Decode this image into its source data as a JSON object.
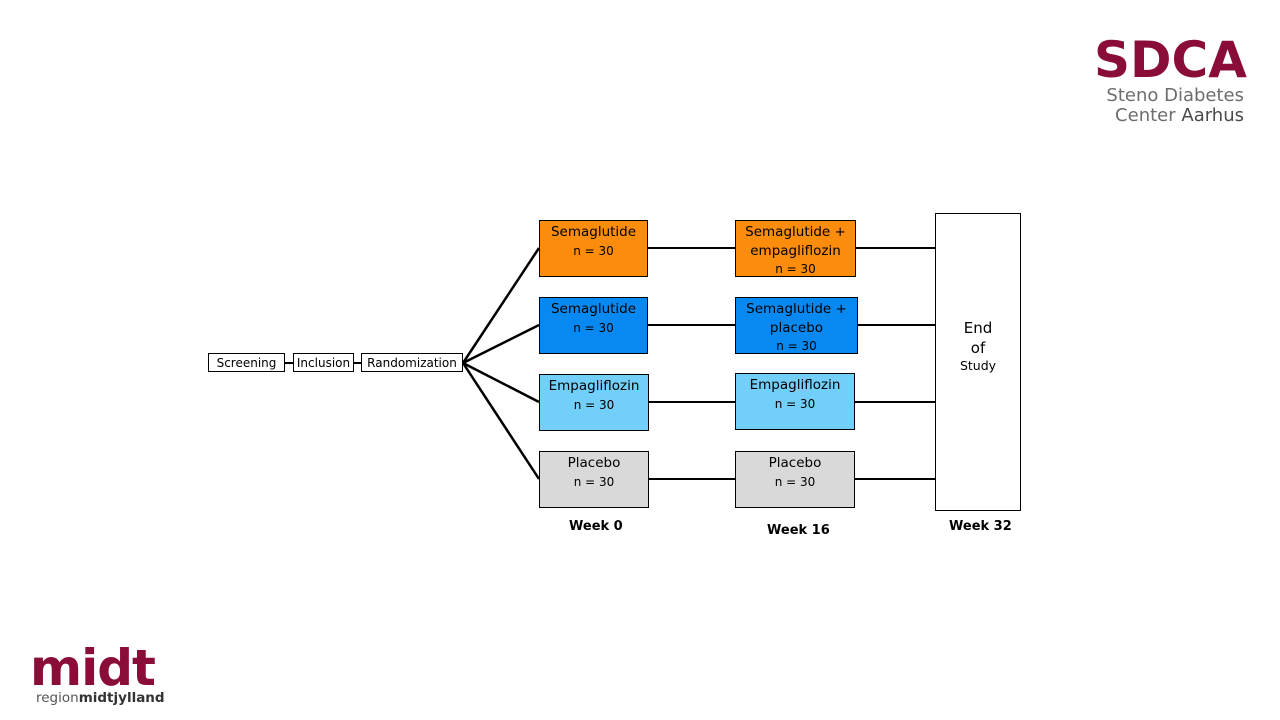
{
  "pre_steps": [
    "Screening",
    "Inclusion",
    "Randomization"
  ],
  "arms_week0": [
    {
      "line1": "Semaglutide",
      "line2": "n = 30",
      "color": "#fc8c0b"
    },
    {
      "line1": "Semaglutide",
      "line2": "n = 30",
      "color": "#0789f1"
    },
    {
      "line1": "Empagliflozin",
      "line2": "n = 30",
      "color": "#71cff9"
    },
    {
      "line1": "Placebo",
      "line2": "n = 30",
      "color": "#d9d9d9"
    }
  ],
  "arms_week16": [
    {
      "line1": "Semaglutide +",
      "line2": "empagliflozin",
      "line3": "n = 30",
      "color": "#fc8c0b"
    },
    {
      "line1": "Semaglutide +",
      "line2": "placebo",
      "line3": "n = 30",
      "color": "#0789f1"
    },
    {
      "line1": "Empagliflozin",
      "line2": "n = 30",
      "color": "#71cff9"
    },
    {
      "line1": "Placebo",
      "line2": "n = 30",
      "color": "#d9d9d9"
    }
  ],
  "end_of_study": {
    "line1": "End",
    "line2": "of",
    "line3": "Study"
  },
  "weeks": [
    "Week 0",
    "Week 16",
    "Week 32"
  ],
  "logos": {
    "sdca": {
      "word": "SDCA",
      "line1": "Steno Diabetes",
      "line2a": "Center",
      "line2b": "Aarhus",
      "color": "#8a0c38"
    },
    "midt": {
      "word": "midt",
      "sub_a": "region",
      "sub_b": "midtjylland",
      "color": "#8a0c38"
    }
  }
}
